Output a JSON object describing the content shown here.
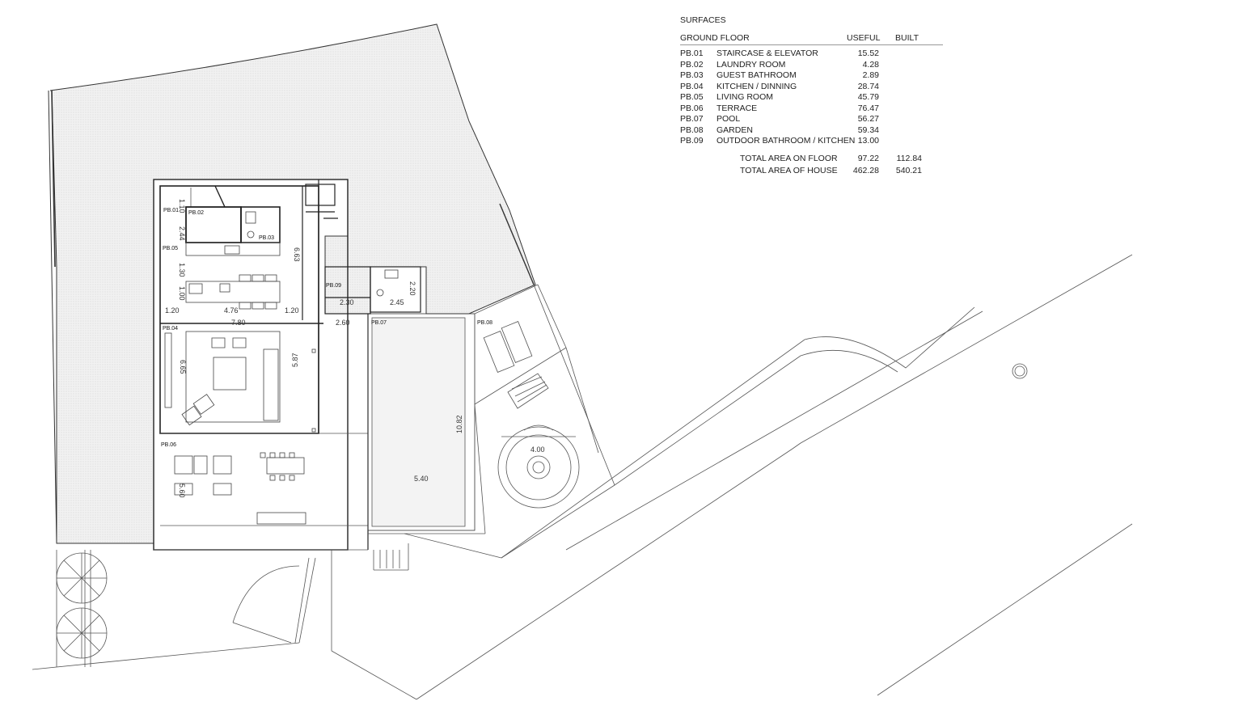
{
  "surfaces": {
    "title": "SURFACES",
    "header": {
      "floor": "GROUND FLOOR",
      "useful": "USEFUL",
      "built": "BUILT"
    },
    "rows": [
      {
        "code": "PB.01",
        "name": "STAIRCASE & ELEVATOR",
        "useful": "15.52"
      },
      {
        "code": "PB.02",
        "name": "LAUNDRY ROOM",
        "useful": "4.28"
      },
      {
        "code": "PB.03",
        "name": "GUEST BATHROOM",
        "useful": "2.89"
      },
      {
        "code": "PB.04",
        "name": "KITCHEN / DINNING",
        "useful": "28.74"
      },
      {
        "code": "PB.05",
        "name": "LIVING ROOM",
        "useful": "45.79"
      },
      {
        "code": "PB.06",
        "name": "TERRACE",
        "useful": "76.47"
      },
      {
        "code": "PB.07",
        "name": "POOL",
        "useful": "56.27"
      },
      {
        "code": "PB.08",
        "name": "GARDEN",
        "useful": "59.34"
      },
      {
        "code": "PB.09",
        "name": "OUTDOOR BATHROOM / KITCHEN",
        "useful": "13.00"
      }
    ],
    "totals": [
      {
        "name": "TOTAL AREA ON FLOOR",
        "useful": "97.22",
        "built": "112.84"
      },
      {
        "name": "TOTAL AREA OF HOUSE",
        "useful": "462.28",
        "built": "540.21"
      }
    ]
  },
  "plan": {
    "room_labels": {
      "pb01": "PB.01",
      "pb02": "PB.02",
      "pb03": "PB.03",
      "pb04": "PB.04",
      "pb05": "PB.05",
      "pb06": "PB.06",
      "pb07": "PB.07",
      "pb08": "PB.08",
      "pb09": "PB.09"
    },
    "dimensions": {
      "d110": "1.10",
      "d244": "2.44",
      "d130": "1.30",
      "d100": "1.00",
      "d663": "6.63",
      "d120a": "1.20",
      "d476": "4.76",
      "d120b": "1.20",
      "d780": "7.80",
      "d260": "2.60",
      "d230": "2.30",
      "d245": "2.45",
      "d220": "2.20",
      "d665": "6.65",
      "d587": "5.87",
      "d1082": "10.82",
      "d400": "4.00",
      "d540": "5.40",
      "d560": "5.60"
    }
  }
}
